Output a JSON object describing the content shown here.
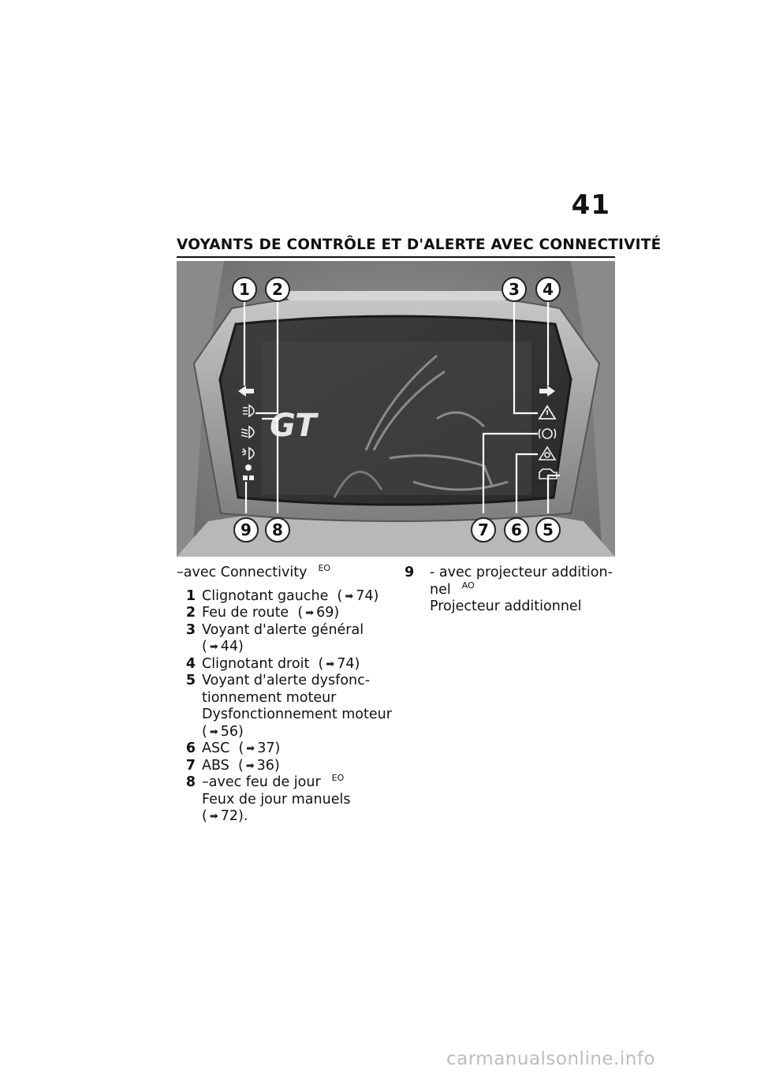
{
  "page": {
    "number": "41",
    "title": "VOYANTS DE CONTRÔLE ET D'ALERTE AVEC CONNECTIVITÉ"
  },
  "figure": {
    "callouts": [
      "1",
      "2",
      "3",
      "4",
      "5",
      "6",
      "7",
      "8",
      "9"
    ],
    "display_logo": "GT"
  },
  "left_column": {
    "intro": "–avec Connectivity",
    "intro_tag": "EO",
    "items": [
      {
        "num": "1",
        "lines": [
          "Clignotant gauche"
        ],
        "ref_open": "(",
        "ref_icon": "➡",
        "ref": "74)"
      },
      {
        "num": "2",
        "lines": [
          "Feu de route"
        ],
        "ref_open": "(",
        "ref_icon": "➡",
        "ref": "69)"
      },
      {
        "num": "3",
        "lines": [
          "Voyant d'alerte général"
        ],
        "ref_open": "(",
        "ref_icon": "➡",
        "ref": "44)"
      },
      {
        "num": "4",
        "lines": [
          "Clignotant droit"
        ],
        "ref_open": "(",
        "ref_icon": "➡",
        "ref": "74)"
      },
      {
        "num": "5",
        "lines": [
          "Voyant d'alerte dysfonc-",
          "tionnement moteur",
          "Dysfonctionnement moteur"
        ],
        "ref_open": "(",
        "ref_icon": "➡",
        "ref": "56)"
      },
      {
        "num": "6",
        "lines": [
          "ASC"
        ],
        "ref_open": "(",
        "ref_icon": "➡",
        "ref": "37)"
      },
      {
        "num": "7",
        "lines": [
          "ABS"
        ],
        "ref_open": "(",
        "ref_icon": "➡",
        "ref": "36)"
      },
      {
        "num": "8",
        "lines": [
          "–avec feu de jour",
          "Feux de jour manuels"
        ],
        "tag": "EO",
        "ref_open": "(",
        "ref_icon": "➡",
        "ref": "72)."
      }
    ]
  },
  "right_column": {
    "items": [
      {
        "num": "9",
        "lines": [
          "- avec projecteur addition-",
          "nel",
          "Projecteur additionnel"
        ],
        "tag": "AO"
      }
    ]
  },
  "watermark": "carmanualsonline.info"
}
